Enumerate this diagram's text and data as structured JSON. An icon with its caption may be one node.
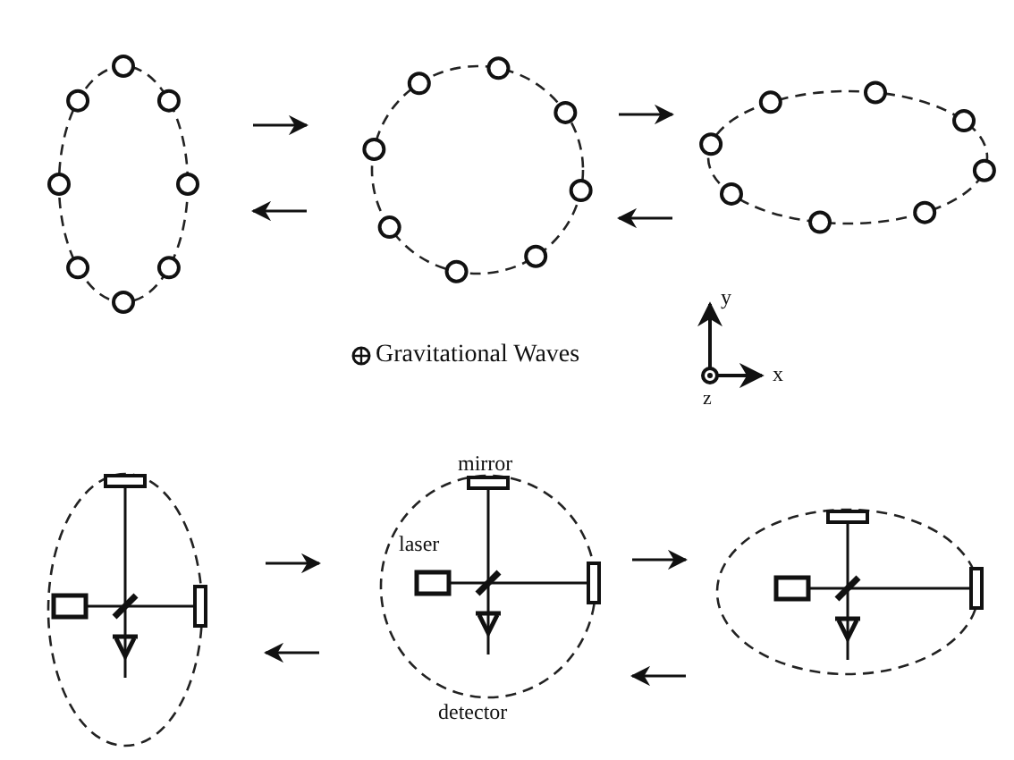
{
  "diagram": {
    "nodes": [
      {
        "text": [],
        "shape": "ring"
      },
      {
        "text": [],
        "shape": "ring"
      },
      {
        "text": [],
        "shape": "ring"
      },
      {
        "text": [],
        "shape": "interferometer"
      },
      {
        "text": [
          "mirror",
          "laser",
          "detector"
        ]
      },
      {
        "text": [],
        "shape": "interferometer"
      }
    ],
    "edges": [
      {
        "from": 0,
        "to": 1,
        "arrow": "to"
      },
      {
        "from": 1,
        "to": 0,
        "arrow": "to"
      },
      {
        "from": 1,
        "to": 2,
        "arrow": "to"
      },
      {
        "from": 2,
        "to": 1,
        "arrow": "to"
      },
      {
        "from": 3,
        "to": 4,
        "arrow": "to"
      },
      {
        "from": 4,
        "to": 3,
        "arrow": "to"
      },
      {
        "from": 4,
        "to": 5,
        "arrow": "to"
      },
      {
        "from": 5,
        "to": 4,
        "arrow": "to"
      }
    ],
    "labels": [
      "Gravitational Waves",
      "y",
      "x",
      "z"
    ]
  }
}
